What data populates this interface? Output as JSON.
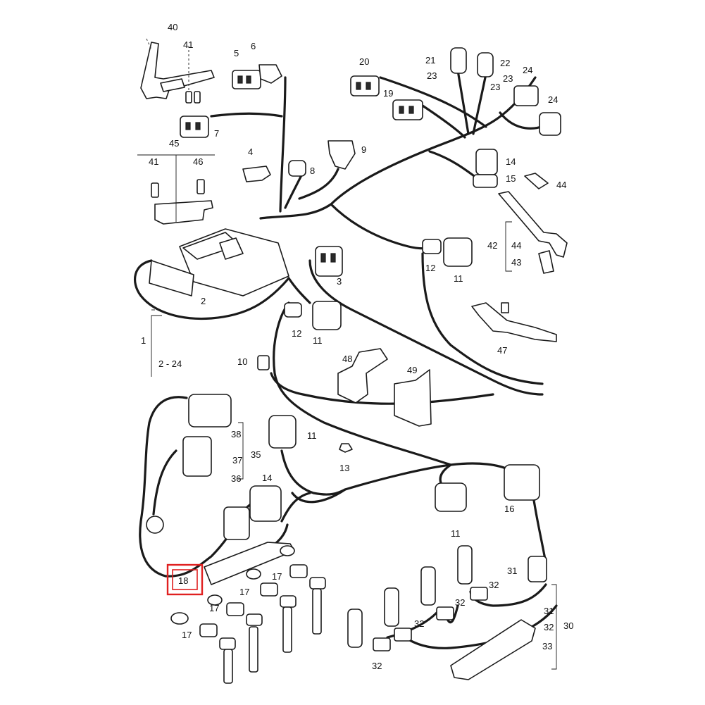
{
  "highlight": {
    "label": "18",
    "color": "#e02020"
  },
  "labels": [
    {
      "id": "l40",
      "text": "40"
    },
    {
      "id": "l41a",
      "text": "41"
    },
    {
      "id": "l5",
      "text": "5"
    },
    {
      "id": "l6",
      "text": "6"
    },
    {
      "id": "l7",
      "text": "7"
    },
    {
      "id": "l45",
      "text": "45"
    },
    {
      "id": "l41b",
      "text": "41"
    },
    {
      "id": "l46",
      "text": "46"
    },
    {
      "id": "l4",
      "text": "4"
    },
    {
      "id": "l8",
      "text": "8"
    },
    {
      "id": "l9",
      "text": "9"
    },
    {
      "id": "l20",
      "text": "20"
    },
    {
      "id": "l19",
      "text": "19"
    },
    {
      "id": "l21",
      "text": "21"
    },
    {
      "id": "l22",
      "text": "22"
    },
    {
      "id": "l23a",
      "text": "23"
    },
    {
      "id": "l23b",
      "text": "23"
    },
    {
      "id": "l23c",
      "text": "23"
    },
    {
      "id": "l24a",
      "text": "24"
    },
    {
      "id": "l24b",
      "text": "24"
    },
    {
      "id": "l14a",
      "text": "14"
    },
    {
      "id": "l15",
      "text": "15"
    },
    {
      "id": "l44a",
      "text": "44"
    },
    {
      "id": "l42",
      "text": "42"
    },
    {
      "id": "l44b",
      "text": "44"
    },
    {
      "id": "l43",
      "text": "43"
    },
    {
      "id": "l12a",
      "text": "12"
    },
    {
      "id": "l11a",
      "text": "11"
    },
    {
      "id": "l3",
      "text": "3"
    },
    {
      "id": "l2",
      "text": "2"
    },
    {
      "id": "l1",
      "text": "1"
    },
    {
      "id": "l2to24",
      "text": "2 - 24"
    },
    {
      "id": "l12b",
      "text": "12"
    },
    {
      "id": "l11b",
      "text": "11"
    },
    {
      "id": "l47",
      "text": "47"
    },
    {
      "id": "l10",
      "text": "10"
    },
    {
      "id": "l48",
      "text": "48"
    },
    {
      "id": "l49",
      "text": "49"
    },
    {
      "id": "l38",
      "text": "38"
    },
    {
      "id": "l35",
      "text": "35"
    },
    {
      "id": "l37",
      "text": "37"
    },
    {
      "id": "l11c",
      "text": "11"
    },
    {
      "id": "l13",
      "text": "13"
    },
    {
      "id": "l36",
      "text": "36"
    },
    {
      "id": "l14b",
      "text": "14"
    },
    {
      "id": "l16",
      "text": "16"
    },
    {
      "id": "l11d",
      "text": "11"
    },
    {
      "id": "l31a",
      "text": "31"
    },
    {
      "id": "l17a",
      "text": "17"
    },
    {
      "id": "l17b",
      "text": "17"
    },
    {
      "id": "l17c",
      "text": "17"
    },
    {
      "id": "l32a",
      "text": "32"
    },
    {
      "id": "l32b",
      "text": "32"
    },
    {
      "id": "l31b",
      "text": "31"
    },
    {
      "id": "l32c",
      "text": "32"
    },
    {
      "id": "l30",
      "text": "30"
    },
    {
      "id": "l32d",
      "text": "32"
    },
    {
      "id": "l33",
      "text": "33"
    },
    {
      "id": "l32e",
      "text": "32"
    },
    {
      "id": "l17d",
      "text": "17"
    },
    {
      "id": "l18",
      "text": "18"
    }
  ]
}
